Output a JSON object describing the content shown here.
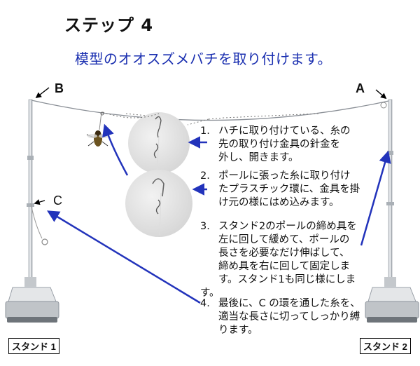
{
  "header": {
    "step_title": "ステップ 4",
    "subtitle": "模型のオオスズメバチを取り付けます。"
  },
  "labels": {
    "point_b": "B",
    "point_a": "A",
    "point_c": "C",
    "stand_1": "スタンド 1",
    "stand_2": "スタンド 2"
  },
  "steps": [
    {
      "number": "1.",
      "lines": [
        "ハチに取り付けている、糸の",
        "先の取り付け金具の針金を",
        "外し、開きます。"
      ]
    },
    {
      "number": "2.",
      "lines": [
        "ポールに張った糸に取り付け",
        "たプラスチック環に、金具を掛",
        "け元の様にはめ込みます。"
      ]
    },
    {
      "number": "3.",
      "lines": [
        "スタンド2のポールの締め具を",
        "左に回して緩めて、ポールの",
        "長さを必要なだけ伸ばして、",
        "締め具を右に回して固定しま",
        "す。スタンド1も同じ様にします。"
      ]
    },
    {
      "number": "4.",
      "lines": [
        "最後に、C の環を通した糸を、",
        "適当な長さに切ってしっかり縛",
        "ります。"
      ]
    }
  ],
  "colors": {
    "accent_blue": "#1a2fb0",
    "arrow_blue": "#2233bb",
    "pole_gray": "#9aa0a8"
  },
  "icons": [
    "arrow-icon",
    "hornet-icon"
  ]
}
